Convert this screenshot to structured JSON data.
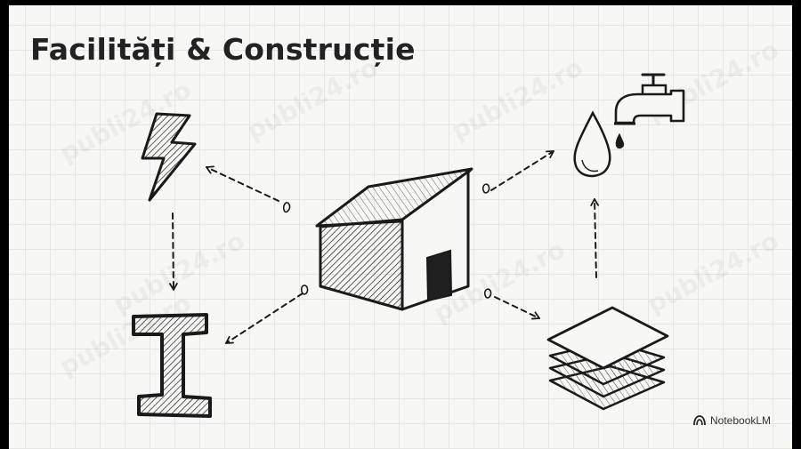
{
  "title": "Facilități & Construcție",
  "brand": {
    "label": "NotebookLM"
  },
  "watermark": "publi24.ro",
  "icons": [
    "lightning-icon",
    "i-beam-icon",
    "house-icon",
    "water-drop-icon",
    "faucet-icon",
    "material-layers-icon"
  ],
  "colors": {
    "ink": "#1a1a1a",
    "background": "#f7f7f5",
    "grid": "#e6e6e3"
  }
}
